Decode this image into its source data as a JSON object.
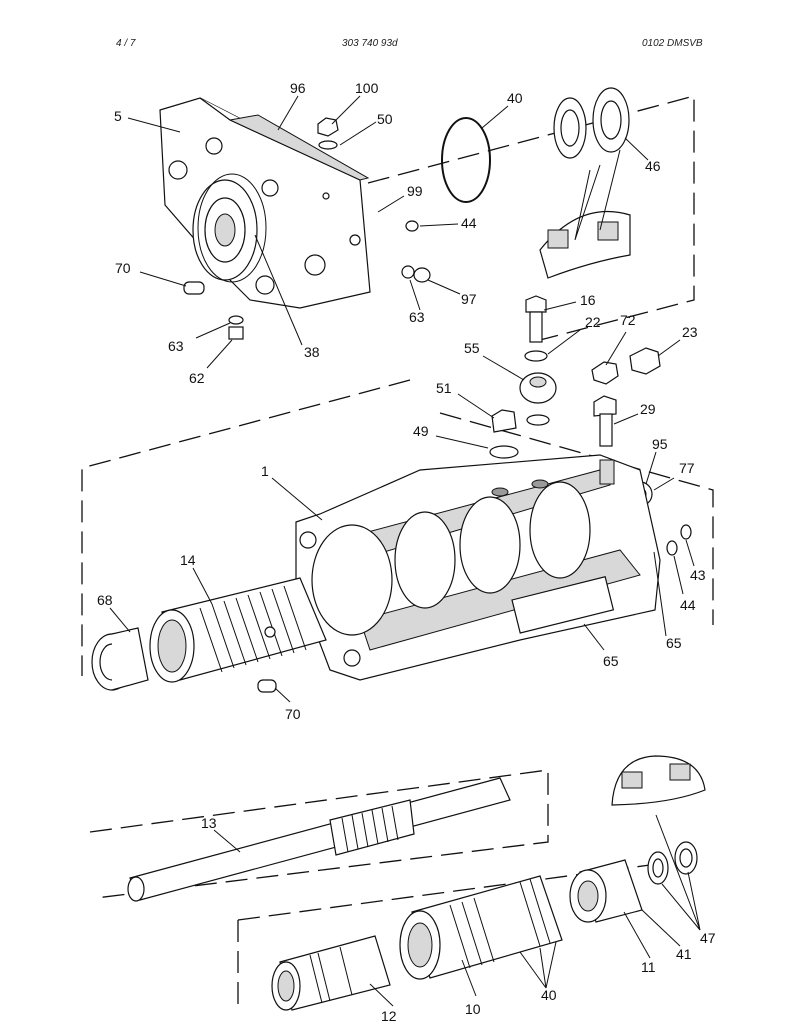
{
  "header": {
    "page": "4 /  7",
    "doc_number": "303 740 93d",
    "revision": "0102   DMSVB"
  },
  "callouts": {
    "c5": "5",
    "c96": "96",
    "c100": "100",
    "c50": "50",
    "c40a": "40",
    "c46": "46",
    "c99": "99",
    "c44a": "44",
    "c70a": "70",
    "c63a": "63",
    "c97": "97",
    "c63b": "63",
    "c38": "38",
    "c62": "62",
    "c16": "16",
    "c22": "22",
    "c72": "72",
    "c23": "23",
    "c55": "55",
    "c51": "51",
    "c29": "29",
    "c49": "49",
    "c95": "95",
    "c77": "77",
    "c1": "1",
    "c14": "14",
    "c43": "43",
    "c44b": "44",
    "c68": "68",
    "c65a": "65",
    "c65b": "65",
    "c70b": "70",
    "c13": "13",
    "c47": "47",
    "c41": "41",
    "c11": "11",
    "c40b": "40",
    "c10": "10",
    "c12": "12"
  }
}
